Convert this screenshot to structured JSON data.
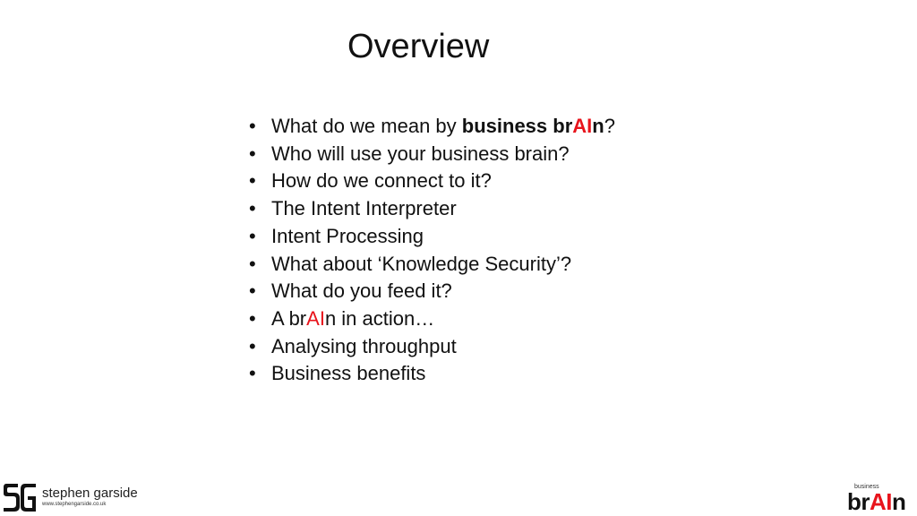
{
  "slide": {
    "title": "Overview",
    "bullet_char": "•",
    "items": [
      {
        "parts": [
          {
            "text": "What do we mean by "
          },
          {
            "text": "business br",
            "style": "bold"
          },
          {
            "text": "AI",
            "style": "bold-red"
          },
          {
            "text": "n",
            "style": "bold"
          },
          {
            "text": "?"
          }
        ]
      },
      {
        "parts": [
          {
            "text": "Who will use your business brain?"
          }
        ]
      },
      {
        "parts": [
          {
            "text": "How do we connect to it?"
          }
        ]
      },
      {
        "parts": [
          {
            "text": "The Intent Interpreter"
          }
        ]
      },
      {
        "parts": [
          {
            "text": "Intent Processing"
          }
        ]
      },
      {
        "parts": [
          {
            "text": "What about ‘Knowledge Security’?"
          }
        ]
      },
      {
        "parts": [
          {
            "text": "What do you feed it?"
          }
        ]
      },
      {
        "parts": [
          {
            "text": "A br"
          },
          {
            "text": "AI",
            "style": "red"
          },
          {
            "text": "n in action…"
          }
        ]
      },
      {
        "parts": [
          {
            "text": "Analysing throughput"
          }
        ]
      },
      {
        "parts": [
          {
            "text": "Business benefits"
          }
        ]
      }
    ]
  },
  "footer": {
    "left_logo": {
      "name": "stephen garside",
      "url": "www.stephengarside.co.uk",
      "icon": "sg-monogram-icon"
    },
    "right_logo": {
      "small_text": "business",
      "prefix": "br",
      "accent": "AI",
      "suffix": "n"
    }
  },
  "colors": {
    "text": "#111111",
    "accent_red": "#e8141c",
    "background": "#ffffff"
  }
}
